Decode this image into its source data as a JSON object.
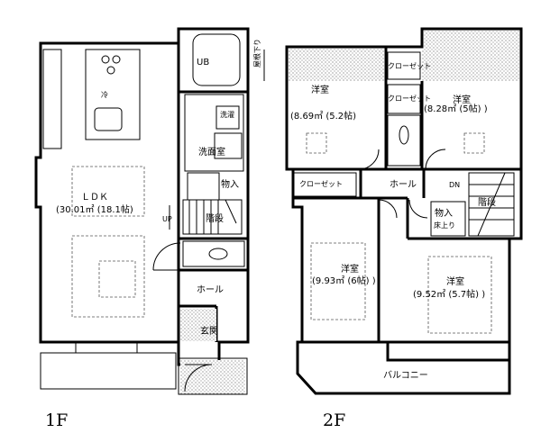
{
  "floor1": {
    "caption": "1F",
    "ldk_label": "ＬＤＫ",
    "ldk_area": "(30.01㎡ (18.1帖)",
    "ub_label": "UB",
    "washroom_label": "洗面室",
    "storage_label": "物入",
    "stairs_label": "階段",
    "hall_label": "ホール",
    "entrance_label": "玄関",
    "up_label": "UP",
    "washer_label": "洗濯",
    "fridge_label": "冷"
  },
  "floor2": {
    "caption": "2F",
    "room_nw_label": "洋室",
    "room_nw_area": "(8.69㎡ (5.2帖)",
    "room_ne_label": "洋室",
    "room_ne_area": "(8.28㎡ (5帖) )",
    "room_sw_label": "洋室",
    "room_sw_area": "(9.93㎡ (6帖) )",
    "room_se_label": "洋室",
    "room_se_area": "(9.52㎡ (5.7帖) )",
    "closet_top_label": "クローゼット",
    "closet_mid_label": "クローゼット",
    "closet_left_label": "クローゼット",
    "hall_label": "ホール",
    "dn_label": "DN",
    "storage_label": "物入",
    "storage_sub_label": "床上り",
    "stairs_label": "階段",
    "balcony_label": "バルコニー",
    "roof_label": "屋根下り"
  }
}
